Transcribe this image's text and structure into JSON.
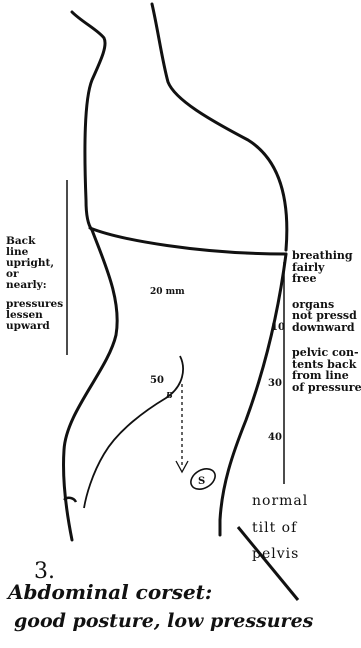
{
  "left_notes": {
    "line1": "Back",
    "line2": "line",
    "line3": "upright,",
    "line4": "or",
    "line5": "nearly:",
    "line6": "pressures",
    "line7": "lessen",
    "line8": "upward"
  },
  "right_notes": {
    "breathing1": "breathing",
    "breathing2": "fairly",
    "breathing3": "free",
    "organs1": "organs",
    "organs2": "not pressd",
    "organs3": "downward",
    "pelvic1": "pelvic con-",
    "pelvic2": "tents back",
    "pelvic3": "from line",
    "pelvic4": "of pressure"
  },
  "scale": {
    "n10": "10",
    "n30": "30",
    "n40": "40"
  },
  "pressure_labels": {
    "p20": "20 mm",
    "p50": "50",
    "pB": "B",
    "circle": "S"
  },
  "tilt": {
    "line1": "normal",
    "line2": "tilt of",
    "line3": "pelvis"
  },
  "caption": {
    "number": "3.",
    "title_line1": "Abdominal corset:",
    "title_line2": "good posture, low pressures"
  }
}
